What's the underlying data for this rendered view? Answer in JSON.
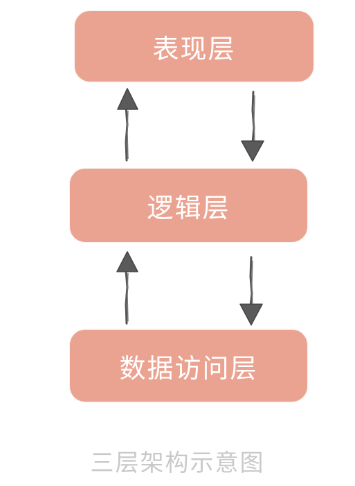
{
  "diagram": {
    "layers": {
      "top": "表现层",
      "middle": "逻辑层",
      "bottom": "数据访问层"
    },
    "caption": "三层架构示意图",
    "colors": {
      "box": "#eba391",
      "box_text": "#ffffff",
      "arrow": "#555555",
      "caption": "#c9c9c9"
    }
  }
}
